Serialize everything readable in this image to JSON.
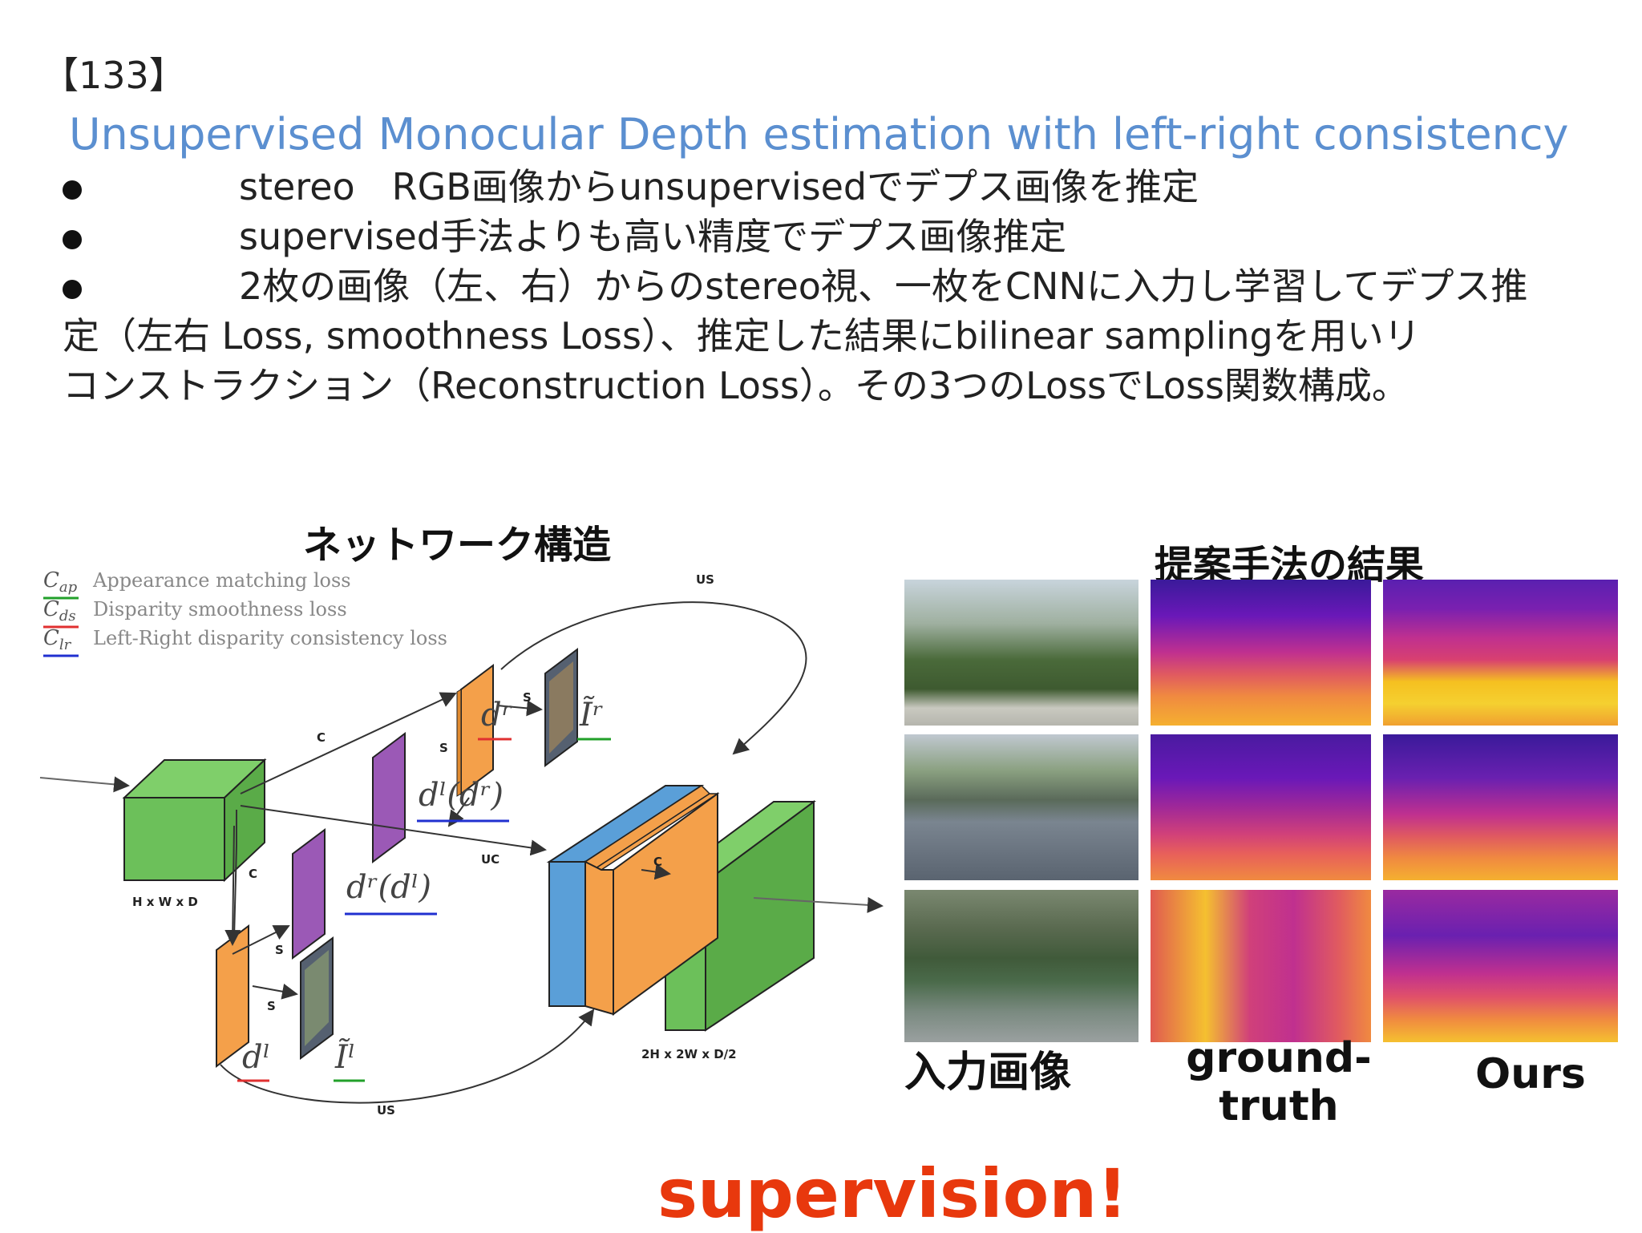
{
  "slide_number": "【133】",
  "title": "Unsupervised Monocular Depth estimation with left-right consistency",
  "bullets": [
    "stereo　RGB画像からunsupervisedでデプス画像を推定",
    "supervised手法よりも高い精度でデプス画像推定",
    "2枚の画像（左、右）からのstereo視、一枚をCNNに入力し学習してデプス推",
    "定（左右 Loss, smoothness Loss）、推定した結果にbilinear samplingを用いリ",
    "コンストラクション（Reconstruction Loss）。その3つのLossでLoss関数構成。"
  ],
  "network_heading": "ネットワーク構造",
  "results_heading": "提案手法の結果",
  "legend": [
    {
      "symbol": "C_ap",
      "label": "Appearance matching loss",
      "color": "#22a02a"
    },
    {
      "symbol": "C_ds",
      "label": "Disparity smoothness loss",
      "color": "#e03030"
    },
    {
      "symbol": "C_lr",
      "label": "Left-Right disparity consistency loss",
      "color": "#2030d0"
    }
  ],
  "diagram_labels": {
    "us_top": "US",
    "us_bottom": "US",
    "uc": "UC",
    "c1": "C",
    "c2": "C",
    "c3": "C",
    "s1": "S",
    "s2": "S",
    "s3": "S",
    "s4": "S",
    "input_dims": "H x W x D",
    "output_dims": "2H x 2W x D/2",
    "d_r": "dʳ",
    "I_r": "Ĩʳ",
    "d_l_dr": "dˡ(dʳ)",
    "d_r_dl": "dʳ(dˡ)",
    "d_l": "dˡ",
    "I_l": "Ĩˡ"
  },
  "column_labels": {
    "input": "入力画像",
    "ground_truth": "ground-\ntruth",
    "ground_truth_line1": "ground-",
    "ground_truth_line2": "truth",
    "ours": "Ours"
  },
  "supervision_text": "supervision!",
  "colors": {
    "title": "#5b8fd0",
    "supervision": "#e8380d",
    "green_block": "#6cc05a",
    "orange_block": "#f4a04a",
    "purple_block": "#9b59b6",
    "blue_block": "#5a9fd8"
  }
}
